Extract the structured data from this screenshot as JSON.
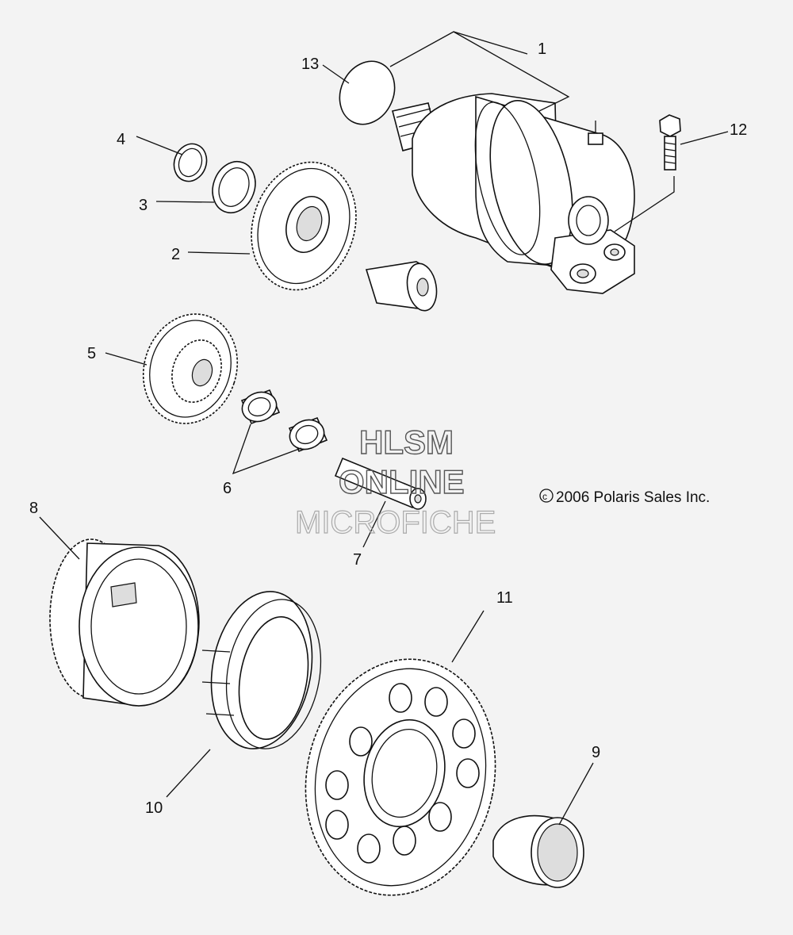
{
  "parts": [
    {
      "id": "1",
      "label": "1"
    },
    {
      "id": "2",
      "label": "2"
    },
    {
      "id": "3",
      "label": "3"
    },
    {
      "id": "4",
      "label": "4"
    },
    {
      "id": "5",
      "label": "5"
    },
    {
      "id": "6",
      "label": "6"
    },
    {
      "id": "7",
      "label": "7"
    },
    {
      "id": "8",
      "label": "8"
    },
    {
      "id": "9",
      "label": "9"
    },
    {
      "id": "10",
      "label": "10"
    },
    {
      "id": "11",
      "label": "11"
    },
    {
      "id": "12",
      "label": "12"
    },
    {
      "id": "13",
      "label": "13"
    }
  ],
  "copyright": "2006 Polaris Sales Inc.",
  "watermark": {
    "line1": "HLSM",
    "line2": "ONLINE",
    "line3": "MICROFICHE"
  }
}
